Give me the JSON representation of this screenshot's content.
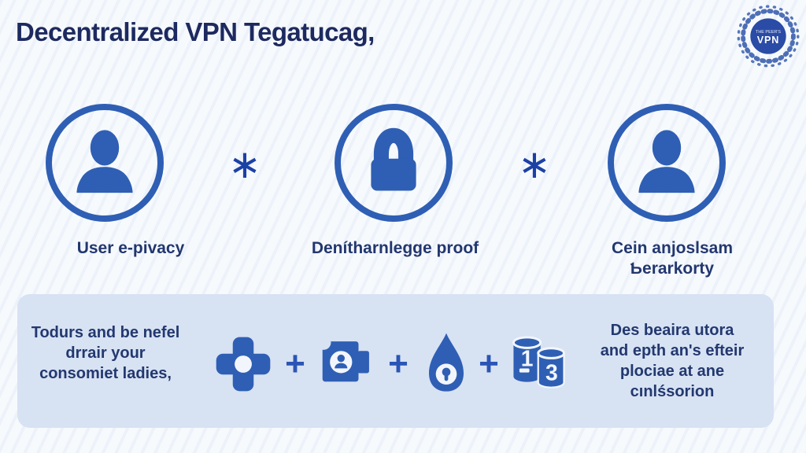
{
  "header": {
    "title": "Decentralized VPN Tegatucag,"
  },
  "logo": {
    "top_text": "THE PEER'S",
    "main_text": "VPN"
  },
  "colors": {
    "icon_blue": "#2f5fb4",
    "title_navy": "#1d2a5f",
    "label_navy": "#22376f",
    "band_bg": "#d7e2f3",
    "separator_blue": "#1c41a6",
    "background": "#f7fafd"
  },
  "features": [
    {
      "icon": "user-circle",
      "lines": [
        "User e-pivacy"
      ]
    },
    {
      "icon": "lock-circle",
      "lines": [
        "Denítharnlegge proof"
      ]
    },
    {
      "icon": "user-circle",
      "lines": [
        "Cein anjoslsam",
        "Ƅerarkorty"
      ]
    }
  ],
  "separators": {
    "feature": "∗",
    "benefit": "+"
  },
  "benefits": {
    "left_lines": [
      "Todurs and be nefel",
      "drrair your",
      "consomiet ladies,"
    ],
    "right_lines": [
      "Des beaira utora",
      "and epth an's efteir",
      "plociae at ane",
      "cınlśsorion"
    ],
    "icons": [
      "cross",
      "id-card",
      "drop-lock",
      "data-cylinders"
    ],
    "cylinder_left_number": "1",
    "cylinder_right_number": "3"
  }
}
